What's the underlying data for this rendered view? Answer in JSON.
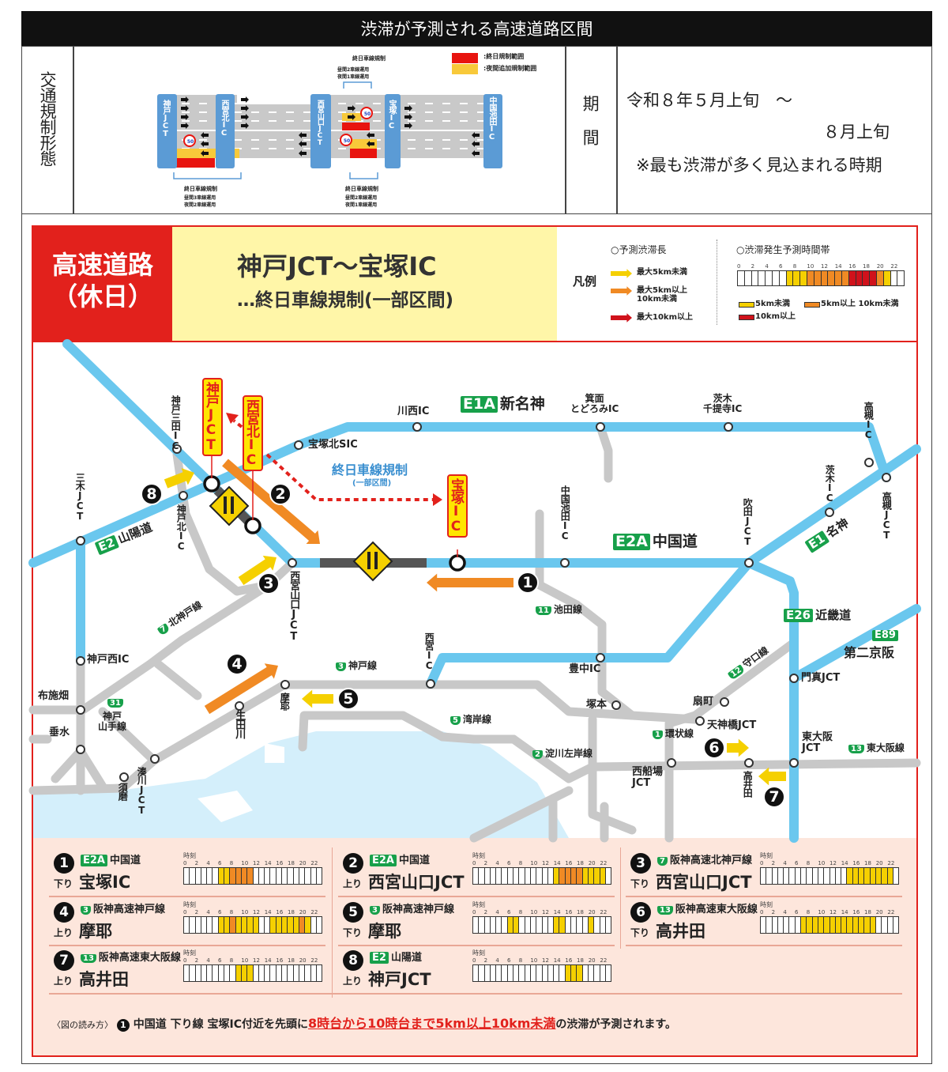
{
  "title": "渋滞が予測される高速道路区間",
  "regulation": {
    "label": "交通規制形態",
    "legend_allday": ":終日規制範囲",
    "legend_night": ":夜間追加規制範囲",
    "nodes": [
      "神戸JCT",
      "西宮北IC",
      "西宮山口JCT",
      "宝塚IC",
      "中国池田IC"
    ],
    "speed_limit": "50",
    "bracket_left": [
      "終日車線規制",
      "昼間3車線運用",
      "夜間2車線運用"
    ],
    "bracket_top": [
      "終日車線規制",
      "昼間2車線運用",
      "夜間1車線運用"
    ],
    "bracket_bottom": [
      "終日車線規制",
      "昼間2車線運用",
      "夜間1車線運用"
    ]
  },
  "period": {
    "label": "期間",
    "line1": "令和８年５月上旬　～",
    "line2": "８月上旬",
    "note": "※最も渋滞が多く見込まれる時期"
  },
  "panel": {
    "category": "高速道路",
    "category_sub": "（休日）",
    "section": "神戸JCT〜宝塚IC",
    "section_sub": "…終日車線規制(一部区間)"
  },
  "legend": {
    "title": "凡例",
    "length_title": "○予測渋滞長",
    "length_items": [
      "最大5km未満",
      "最大5km以上\n10km未満",
      "最大10km以上"
    ],
    "time_title": "○渋滞発生予測時間帯",
    "ticks": [
      "0",
      "2",
      "4",
      "6",
      "8",
      "10",
      "12",
      "14",
      "16",
      "18",
      "20",
      "22"
    ],
    "sample_levels": [
      0,
      0,
      0,
      0,
      0,
      0,
      0,
      1,
      1,
      1,
      2,
      2,
      2,
      2,
      2,
      2,
      3,
      3,
      3,
      3,
      2,
      1,
      0,
      0
    ],
    "swatches": [
      "5km未満",
      "5km以上 10km未満",
      "10km以上"
    ]
  },
  "colors": {
    "level1": "#f5d000",
    "level2": "#f08a24",
    "level3": "#d0121b",
    "expressway": "#6ac7ee",
    "urban": "#c8c8c8",
    "shield": "#17a04a"
  },
  "map": {
    "boxes": [
      "神戸JCT",
      "西宮北IC",
      "宝塚IC"
    ],
    "regulation_label": "終日車線規制",
    "regulation_sub": "(一部区間)",
    "labels": [
      "川西IC",
      "新名神",
      "箕面\nとどろみIC",
      "茨木\n千提寺IC",
      "高槻IC",
      "宝塚北SIC",
      "神戸三田IC",
      "三木JCT",
      "神戸北IC",
      "山陽道",
      "西宮山口JCT",
      "中国池田IC",
      "中国道",
      "吹田JCT",
      "茨木IC",
      "名神",
      "高槻JCT",
      "池田線",
      "近畿道",
      "第二京阪",
      "北神戸線",
      "神戸西IC",
      "神戸線",
      "西宮IC",
      "豊中IC",
      "守口線",
      "門真JCT",
      "布施畑",
      "神戸\n山手線",
      "垂水",
      "摩耶",
      "生田川",
      "湾岸線",
      "塚本",
      "扇町",
      "天神橋JCT",
      "環状線",
      "東大阪JCT",
      "東大阪線",
      "淀川左岸線",
      "西船場JCT",
      "高井田",
      "須磨",
      "湊川JCT"
    ],
    "shields": {
      "e1a": "E1A",
      "e2": "E2",
      "e2a": "E2A",
      "e1": "E1",
      "e26": "E26",
      "e89": "E89",
      "h11": "11",
      "h7": "7",
      "h3": "3",
      "h12": "12",
      "h31": "31",
      "h5": "5",
      "h1": "1",
      "h13": "13",
      "h2": "2"
    },
    "badges": [
      "1",
      "2",
      "3",
      "4",
      "5",
      "6",
      "7",
      "8"
    ]
  },
  "cards": [
    {
      "no": "1",
      "shield": "E2A",
      "route": "中国道",
      "dir": "下り",
      "place": "宝塚IC",
      "levels": [
        0,
        0,
        0,
        0,
        0,
        0,
        1,
        1,
        2,
        2,
        2,
        2,
        0,
        0,
        0,
        0,
        0,
        0,
        0,
        0,
        0,
        0,
        0,
        0
      ]
    },
    {
      "no": "2",
      "shield": "E2A",
      "route": "中国道",
      "dir": "上り",
      "place": "西宮山口JCT",
      "levels": [
        0,
        0,
        0,
        0,
        0,
        0,
        0,
        0,
        0,
        0,
        0,
        0,
        0,
        0,
        1,
        2,
        2,
        2,
        2,
        1,
        1,
        1,
        1,
        0
      ]
    },
    {
      "no": "3",
      "shield": "7",
      "route": "阪神高速北神戸線",
      "dir": "下り",
      "place": "西宮山口JCT",
      "levels": [
        0,
        0,
        0,
        0,
        0,
        0,
        0,
        0,
        0,
        0,
        0,
        0,
        0,
        0,
        0,
        1,
        1,
        1,
        1,
        1,
        1,
        1,
        1,
        0
      ]
    },
    {
      "no": "4",
      "shield": "3",
      "route": "阪神高速神戸線",
      "dir": "上り",
      "place": "摩耶",
      "levels": [
        0,
        0,
        0,
        0,
        0,
        0,
        1,
        1,
        2,
        1,
        1,
        1,
        1,
        0,
        0,
        1,
        1,
        1,
        1,
        1,
        2,
        1,
        0,
        0
      ]
    },
    {
      "no": "5",
      "shield": "3",
      "route": "阪神高速神戸線",
      "dir": "下り",
      "place": "摩耶",
      "levels": [
        0,
        0,
        0,
        0,
        0,
        0,
        1,
        1,
        0,
        0,
        0,
        0,
        0,
        0,
        1,
        1,
        0,
        0,
        0,
        0,
        1,
        0,
        0,
        0
      ]
    },
    {
      "no": "6",
      "shield": "13",
      "route": "阪神高速東大阪線",
      "dir": "下り",
      "place": "高井田",
      "levels": [
        0,
        0,
        0,
        0,
        0,
        0,
        0,
        1,
        1,
        1,
        1,
        1,
        1,
        1,
        1,
        1,
        1,
        1,
        1,
        1,
        0,
        0,
        0,
        0
      ]
    },
    {
      "no": "7",
      "shield": "13",
      "route": "阪神高速東大阪線",
      "dir": "上り",
      "place": "高井田",
      "levels": [
        0,
        0,
        0,
        0,
        0,
        0,
        0,
        0,
        0,
        1,
        1,
        1,
        0,
        0,
        0,
        0,
        0,
        0,
        0,
        0,
        0,
        0,
        0,
        0
      ]
    },
    {
      "no": "8",
      "shield": "E2",
      "route": "山陽道",
      "dir": "上り",
      "place": "神戸JCT",
      "levels": [
        0,
        0,
        0,
        0,
        0,
        0,
        0,
        0,
        0,
        0,
        0,
        0,
        0,
        0,
        0,
        0,
        1,
        1,
        1,
        0,
        0,
        0,
        0,
        0
      ]
    }
  ],
  "timeline_label": "時刻",
  "footnote": {
    "prefix": "〈図の読み方〉",
    "badge": "1",
    "text1": "中国道 下り線 宝塚IC付近を先頭に",
    "highlight": "8時台から10時台まで5km以上10km未満",
    "text2": "の渋滞が予測されます。"
  }
}
